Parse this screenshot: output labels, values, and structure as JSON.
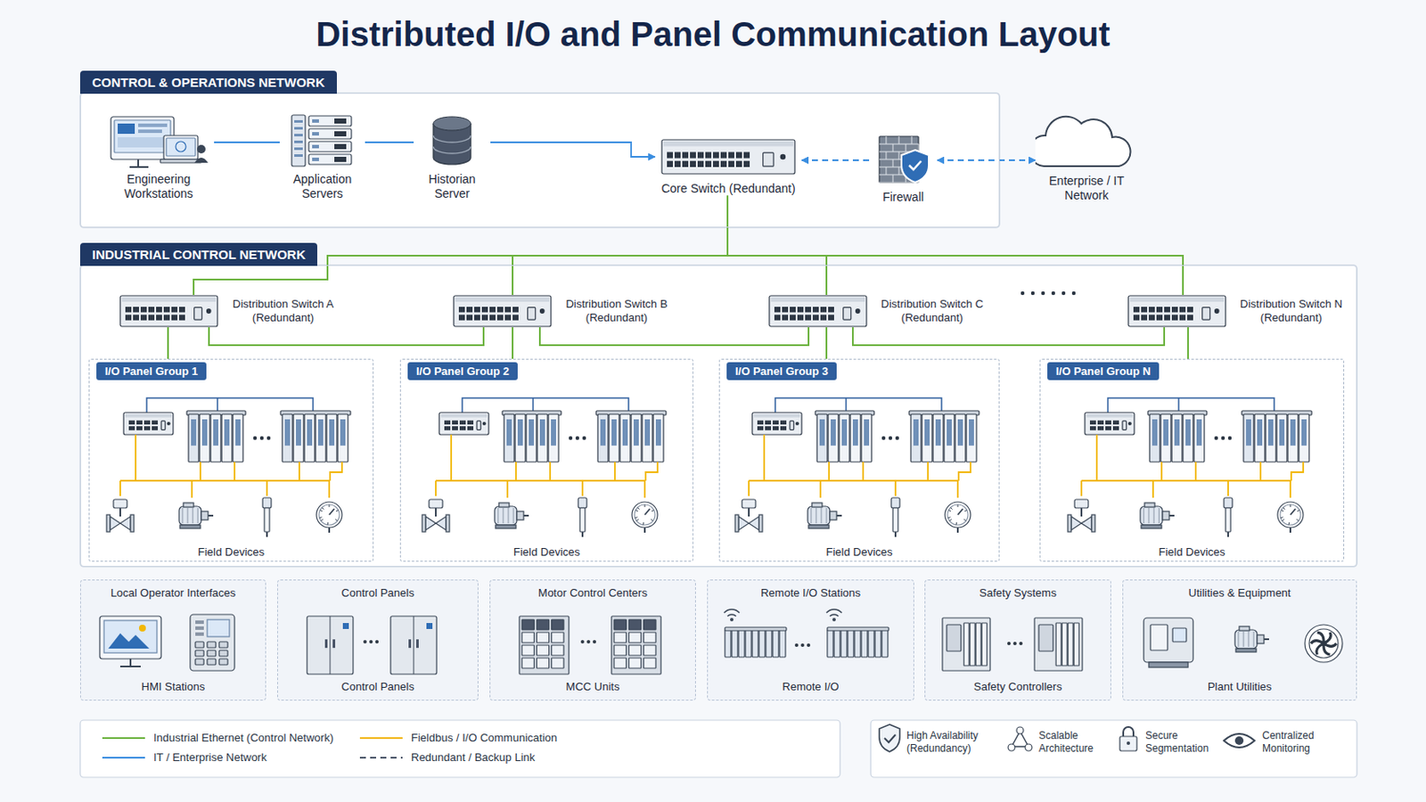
{
  "diagram": {
    "title": "Distributed I/O and Panel Communication Layout",
    "nodes": [
      {
        "text": [
          "CONTROL & OPERATIONS NETWORK"
        ]
      },
      {
        "text": [
          "Engineering Workstations"
        ],
        "in": 0
      },
      {
        "text": [
          "Application Servers"
        ],
        "in": 0
      },
      {
        "text": [
          "Historian Server"
        ],
        "in": 0
      },
      {
        "text": [
          "Core Switch (Redundant)"
        ],
        "in": 0
      },
      {
        "text": [
          "Firewall"
        ],
        "in": 0
      },
      {
        "text": [
          "Enterprise / IT Network"
        ]
      },
      {
        "text": [
          "INDUSTRIAL CONTROL NETWORK"
        ]
      },
      {
        "text": [
          "Distribution Switch A (Redundant)"
        ],
        "in": 7
      },
      {
        "text": [
          "Distribution Switch B (Redundant)"
        ],
        "in": 7
      },
      {
        "text": [
          "Distribution Switch C (Redundant)"
        ],
        "in": 7
      },
      {
        "text": [
          "Distribution Switch N (Redundant)"
        ],
        "in": 7
      },
      {
        "text": [
          "I/O Panel Group 1",
          "Field Devices"
        ],
        "in": 7
      },
      {
        "text": [
          "I/O Panel Group 2",
          "Field Devices"
        ],
        "in": 7
      },
      {
        "text": [
          "I/O Panel Group 3",
          "Field Devices"
        ],
        "in": 7
      },
      {
        "text": [
          "I/O Panel Group N",
          "Field Devices"
        ],
        "in": 7
      },
      {
        "text": [
          "Local Operator Interfaces",
          "HMI Stations"
        ]
      },
      {
        "text": [
          "Control Panels",
          "Control Panels"
        ]
      },
      {
        "text": [
          "Motor Control Centers",
          "MCC Units"
        ]
      },
      {
        "text": [
          "Remote I/O Stations",
          "Remote I/O"
        ]
      },
      {
        "text": [
          "Safety Systems",
          "Safety Controllers"
        ]
      },
      {
        "text": [
          "Utilities & Equipment",
          "Plant Utilities"
        ]
      }
    ],
    "edges": [
      {
        "from": 1,
        "to": 2,
        "arrow": "none"
      },
      {
        "from": 2,
        "to": 3,
        "arrow": "none"
      },
      {
        "from": 3,
        "to": 4,
        "arrow": "to"
      },
      {
        "from": 5,
        "to": 4,
        "arrow": "to"
      },
      {
        "from": 5,
        "to": 6,
        "arrow": "both"
      },
      {
        "from": 4,
        "to": 8,
        "arrow": "none"
      },
      {
        "from": 4,
        "to": 9,
        "arrow": "none"
      },
      {
        "from": 4,
        "to": 10,
        "arrow": "none"
      },
      {
        "from": 4,
        "to": 11,
        "arrow": "none"
      },
      {
        "from": 8,
        "to": 9,
        "arrow": "none"
      },
      {
        "from": 9,
        "to": 10,
        "arrow": "none"
      },
      {
        "from": 10,
        "to": 11,
        "arrow": "none"
      },
      {
        "from": 8,
        "to": 12,
        "arrow": "none"
      },
      {
        "from": 9,
        "to": 13,
        "arrow": "none"
      },
      {
        "from": 10,
        "to": 14,
        "arrow": "none"
      },
      {
        "from": 11,
        "to": 15,
        "arrow": "none"
      }
    ],
    "labels": [
      "High Availability (Redundancy)",
      "Scalable Architecture",
      "Secure Segmentation",
      "Centralized Monitoring"
    ],
    "legend": [
      {
        "text": "Industrial Ethernet (Control Network)"
      },
      {
        "text": "IT / Enterprise Network"
      },
      {
        "text": "Fieldbus / I/O Communication"
      },
      {
        "text": "Redundant / Backup Link"
      }
    ]
  }
}
